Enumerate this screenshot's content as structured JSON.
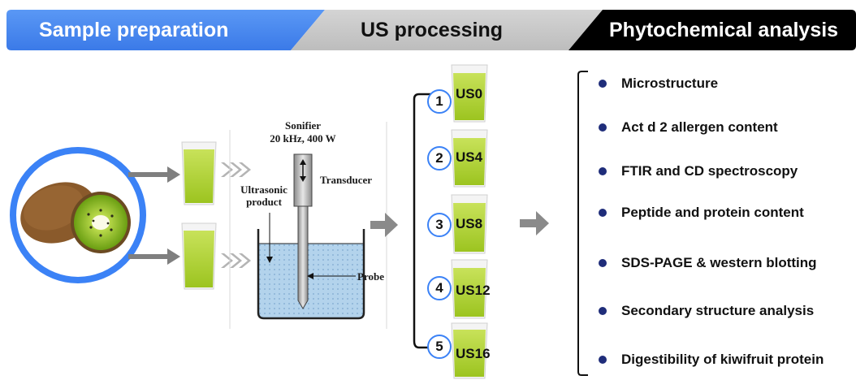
{
  "banner": {
    "stage1": "Sample preparation",
    "stage2": "US processing",
    "stage3": "Phytochemical analysis"
  },
  "sonifier": {
    "title_line1": "Sonifier",
    "title_line2": "20 kHz, 400 W",
    "transducer_label": "Transducer",
    "product_line1": "Ultrasonic",
    "product_line2": "product",
    "probe_label": "Probe"
  },
  "samples": [
    {
      "number": "1",
      "label": "US0"
    },
    {
      "number": "2",
      "label": "US4"
    },
    {
      "number": "3",
      "label": "US8"
    },
    {
      "number": "4",
      "label": "US12"
    },
    {
      "number": "5",
      "label": "US16"
    }
  ],
  "analyses": [
    "Microstructure",
    "Act d 2 allergen content",
    "FTIR and CD spectroscopy",
    "Peptide and protein content",
    "SDS-PAGE & western blotting",
    "Secondary structure analysis",
    "Digestibility of kiwifruit protein"
  ],
  "colors": {
    "stage1": "#3b82f6",
    "stage2": "#c8c8c8",
    "stage3": "#000000",
    "juice": "#a8cf2c",
    "bullet": "#1f2d7a"
  }
}
